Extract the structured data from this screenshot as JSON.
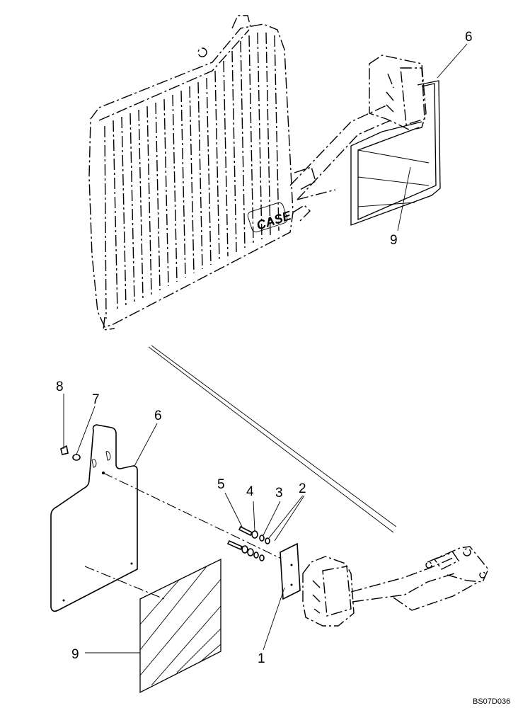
{
  "callouts": {
    "upper_6": "6",
    "upper_9": "9",
    "lower_8": "8",
    "lower_7": "7",
    "lower_6": "6",
    "lower_5": "5",
    "lower_4": "4",
    "lower_3": "3",
    "lower_2": "2",
    "lower_1": "1",
    "lower_9": "9"
  },
  "grille_logo": "CASE",
  "drawing_code": "BS07D036"
}
